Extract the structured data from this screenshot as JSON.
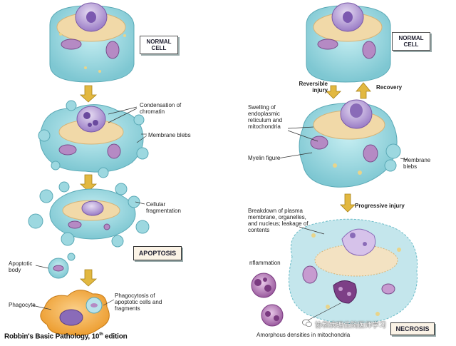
{
  "labels": {
    "normal_cell_left": "NORMAL CELL",
    "normal_cell_right": "NORMAL CELL",
    "condensation": "Condensation of chromatin",
    "membrane_blebs_left": "Membrane blebs",
    "cellular_fragmentation": "Cellular fragmentation",
    "apoptosis": "APOPTOSIS",
    "apoptotic_body": "Apoptotic body",
    "phagocyte": "Phagocyte",
    "phagocytosis": "Phagocytosis of apoptotic cells and fragments",
    "reversible_injury": "Reversible injury",
    "recovery": "Recovery",
    "swelling": "Swelling of endoplasmic reticulum and mitochondria",
    "myelin_figure": "Myelin figure",
    "membrane_blebs_right": "Membrane blebs",
    "progressive_injury": "Progressive injury",
    "breakdown": "Breakdown of plasma membrane, organelles, and nucleus; leakage of contents",
    "inflammation": "nflammation",
    "necrosis": "NECROSIS",
    "amorphous": "Amorphous densities in mitochondria"
  },
  "credit": {
    "text": "Robbin's Basic Pathology, 10",
    "sup": "th",
    "suffix": " edition"
  },
  "watermark": "协和病理住院医师学习",
  "colors": {
    "cytoplasm": "#9dd8e0",
    "cytoplasm_dark": "#6bbcc8",
    "nucleus": "#b9a3d9",
    "nucleus_dark": "#8a6bb8",
    "er": "#f1d9a8",
    "mito": "#b58ac4",
    "arrow": "#e2b840",
    "phagocyte": "#f4a93a",
    "tag_bg": "#fbf3e6"
  }
}
